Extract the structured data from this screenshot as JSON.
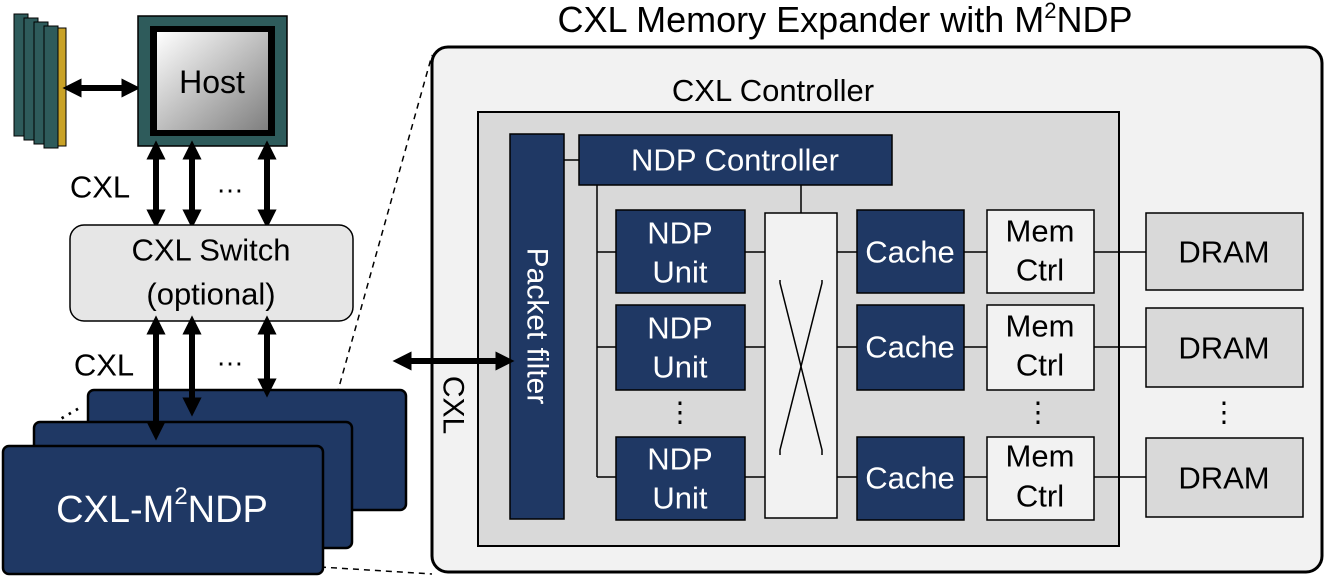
{
  "title": {
    "main": "CXL Memory Expander with M",
    "sup": "2",
    "rest": "NDP"
  },
  "host": {
    "label": "Host"
  },
  "links": {
    "cxl_top": "CXL",
    "cxl_bottom": "CXL",
    "cxl_side": "CXL",
    "ellipsis": "…"
  },
  "switch": {
    "line1": "CXL Switch",
    "line2": "(optional)"
  },
  "device": {
    "main": "CXL-M",
    "sup": "2",
    "rest": "NDP",
    "stack_ellipsis": "…"
  },
  "controller": {
    "label": "CXL Controller"
  },
  "packet_filter": {
    "label": "Packet filter"
  },
  "ndp_controller": {
    "label": "NDP Controller"
  },
  "ndp_units": [
    {
      "line1": "NDP",
      "line2": "Unit"
    },
    {
      "line1": "NDP",
      "line2": "Unit"
    },
    {
      "line1": "NDP",
      "line2": "Unit"
    }
  ],
  "caches": [
    {
      "label": "Cache"
    },
    {
      "label": "Cache"
    },
    {
      "label": "Cache"
    }
  ],
  "mem_ctrls": [
    {
      "line1": "Mem",
      "line2": "Ctrl"
    },
    {
      "line1": "Mem",
      "line2": "Ctrl"
    },
    {
      "line1": "Mem",
      "line2": "Ctrl"
    }
  ],
  "drams": [
    {
      "label": "DRAM"
    },
    {
      "label": "DRAM"
    },
    {
      "label": "DRAM"
    }
  ],
  "vdots": "⋮",
  "colors": {
    "navy": "#1f3864",
    "light_gray": "#f2f2f2",
    "mid_gray": "#d9d9d9",
    "switch_gray": "#e6e6e6",
    "chip_teal": "#2e5b5b",
    "dimm_gold": "#c9a227"
  }
}
